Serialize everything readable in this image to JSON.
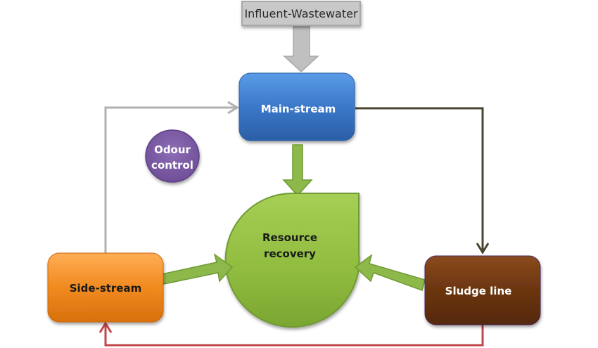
{
  "diagram": {
    "nodes": {
      "influent": {
        "label": "Influent-Wastewater",
        "color": "#c8c8c8"
      },
      "main_stream": {
        "label": "Main-stream",
        "color": "#3a78c9"
      },
      "odour_control": {
        "label_line1": "Odour",
        "label_line2": "control",
        "color": "#7f5fa8"
      },
      "resource_recovery": {
        "label_line1": "Resource",
        "label_line2": "recovery",
        "color": "#8fbb3e"
      },
      "side_stream": {
        "label": "Side-stream",
        "color": "#f18a1f"
      },
      "sludge_line": {
        "label": "Sludge line",
        "color": "#6b3510"
      }
    },
    "edges": [
      {
        "from": "Influent-Wastewater",
        "to": "Main-stream",
        "color": "#c0c0c0"
      },
      {
        "from": "Main-stream",
        "to": "Resource recovery",
        "color": "#8db94a"
      },
      {
        "from": "Side-stream",
        "to": "Resource recovery",
        "color": "#8db94a"
      },
      {
        "from": "Sludge line",
        "to": "Resource recovery",
        "color": "#8db94a"
      },
      {
        "from": "Side-stream",
        "to": "Main-stream",
        "color": "#b0b0b0"
      },
      {
        "from": "Main-stream",
        "to": "Sludge line",
        "color": "#4a4530"
      },
      {
        "from": "Sludge line",
        "to": "Side-stream",
        "color": "#c0474a"
      }
    ]
  }
}
